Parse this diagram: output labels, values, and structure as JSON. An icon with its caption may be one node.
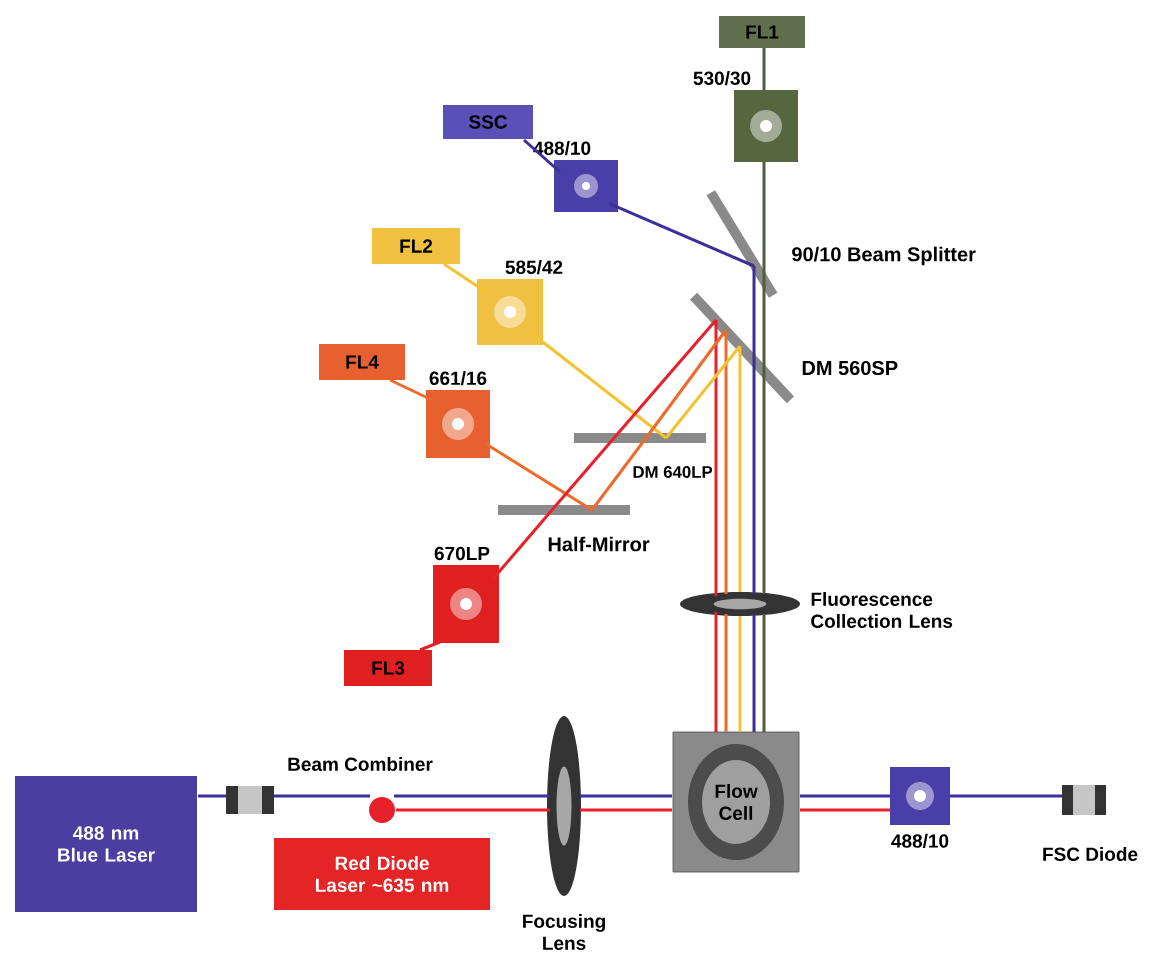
{
  "diagram": {
    "nodes": [
      {
        "text": [
          "FL1"
        ]
      },
      {
        "text": [
          "530/30"
        ]
      },
      {
        "text": [
          "SSC"
        ]
      },
      {
        "text": [
          "488/10"
        ]
      },
      {
        "text": [
          "FL2"
        ]
      },
      {
        "text": [
          "585/42"
        ]
      },
      {
        "text": [
          "FL4"
        ]
      },
      {
        "text": [
          "661/16"
        ]
      },
      {
        "text": [
          "670LP"
        ]
      },
      {
        "text": [
          "FL3"
        ]
      },
      {
        "text": [
          "90/10 Beam Splitter"
        ]
      },
      {
        "text": [
          "DM 560SP"
        ]
      },
      {
        "text": [
          "DM 640LP"
        ]
      },
      {
        "text": [
          "Half-Mirror"
        ]
      },
      {
        "text": [
          "Fluorescence Collection Lens"
        ]
      },
      {
        "text": [
          "488 nm Blue Laser"
        ]
      },
      {
        "text": [],
        "shape": "cylinder"
      },
      {
        "text": [
          "Beam Combiner"
        ]
      },
      {
        "text": [
          "Red Diode Laser ~635 nm"
        ]
      },
      {
        "text": [
          "Focusing Lens"
        ]
      },
      {
        "text": [
          "Flow Cell"
        ]
      },
      {
        "text": [
          "488/10"
        ]
      },
      {
        "text": [
          "FSC Diode"
        ]
      }
    ],
    "edges": [
      {
        "from": 15,
        "to": 16,
        "arrow": "none",
        "color": "#3b2f9a"
      },
      {
        "from": 16,
        "to": 17,
        "arrow": "none",
        "color": "#3b2f9a"
      },
      {
        "from": 17,
        "to": 19,
        "arrow": "none",
        "color": "#3b2f9a"
      },
      {
        "from": 17,
        "to": 19,
        "arrow": "none",
        "color": "#e8202a"
      },
      {
        "from": 19,
        "to": 20,
        "arrow": "none",
        "color": "#3b2f9a"
      },
      {
        "from": 19,
        "to": 20,
        "arrow": "none",
        "color": "#e8202a"
      },
      {
        "from": 20,
        "to": 21,
        "arrow": "none",
        "color": "#3b2f9a"
      },
      {
        "from": 20,
        "to": 21,
        "arrow": "none",
        "color": "#e8202a"
      },
      {
        "from": 21,
        "to": 22,
        "arrow": "none",
        "color": "#3b2f9a"
      },
      {
        "from": 20,
        "to": 14,
        "arrow": "none",
        "color": "#e8202a"
      },
      {
        "from": 20,
        "to": 14,
        "arrow": "none",
        "color": "#ee6a2a"
      },
      {
        "from": 20,
        "to": 14,
        "arrow": "none",
        "color": "#f2c230"
      },
      {
        "from": 20,
        "to": 14,
        "arrow": "none",
        "color": "#3b2f9a"
      },
      {
        "from": 20,
        "to": 14,
        "arrow": "none",
        "color": "#4f5e3c"
      },
      {
        "from": 14,
        "to": 11,
        "arrow": "none",
        "color": "#e8202a"
      },
      {
        "from": 14,
        "to": 11,
        "arrow": "none",
        "color": "#ee6a2a"
      },
      {
        "from": 14,
        "to": 11,
        "arrow": "none",
        "color": "#f2c230"
      },
      {
        "from": 14,
        "to": 10,
        "arrow": "none",
        "color": "#3b2f9a"
      },
      {
        "from": 14,
        "to": 10,
        "arrow": "none",
        "color": "#4f5e3c"
      },
      {
        "from": 10,
        "to": 1,
        "arrow": "none",
        "color": "#4f5e3c"
      },
      {
        "from": 10,
        "to": 3,
        "arrow": "none",
        "color": "#3b2f9a"
      },
      {
        "from": 11,
        "to": 12,
        "arrow": "none",
        "color": "#f2c230"
      },
      {
        "from": 12,
        "to": 5,
        "arrow": "none",
        "color": "#f2c230"
      },
      {
        "from": 11,
        "to": 12,
        "arrow": "none",
        "color": "#ee6a2a"
      },
      {
        "from": 12,
        "to": 13,
        "arrow": "none",
        "color": "#ee6a2a"
      },
      {
        "from": 13,
        "to": 7,
        "arrow": "none",
        "color": "#ee6a2a"
      },
      {
        "from": 11,
        "to": 12,
        "arrow": "none",
        "color": "#e8202a"
      },
      {
        "from": 12,
        "to": 13,
        "arrow": "none",
        "color": "#e8202a"
      },
      {
        "from": 13,
        "to": 8,
        "arrow": "none",
        "color": "#e8202a"
      },
      {
        "from": 1,
        "to": 0,
        "arrow": "none",
        "color": "#4f5e3c"
      },
      {
        "from": 3,
        "to": 2,
        "arrow": "none",
        "color": "#3b2f9a"
      },
      {
        "from": 5,
        "to": 4,
        "arrow": "none",
        "color": "#f2c230"
      },
      {
        "from": 7,
        "to": 6,
        "arrow": "none",
        "color": "#ee6a2a"
      },
      {
        "from": 8,
        "to": 9,
        "arrow": "none",
        "color": "#e8202a"
      }
    ]
  }
}
